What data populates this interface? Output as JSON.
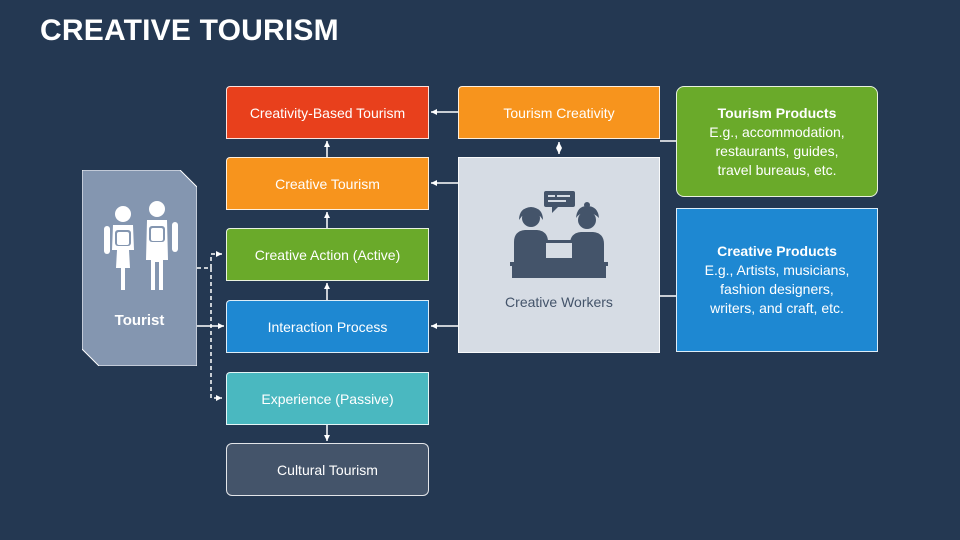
{
  "slide": {
    "title": "CREATIVE TOURISM"
  },
  "left_column": {
    "creativity_based_tourism": "Creativity-Based Tourism",
    "creative_tourism": "Creative Tourism",
    "creative_action": "Creative Action (Active)",
    "interaction_process": "Interaction Process",
    "experience": "Experience (Passive)",
    "cultural_tourism": "Cultural Tourism"
  },
  "tourist": {
    "label": "Tourist"
  },
  "middle_column": {
    "tourism_creativity": "Tourism Creativity",
    "creative_workers": "Creative Workers"
  },
  "right_column": {
    "tourism_products": {
      "heading": "Tourism Products",
      "lines": [
        "E.g., accommodation,",
        "restaurants, guides,",
        "travel bureaus, etc."
      ]
    },
    "creative_products": {
      "heading": "Creative Products",
      "lines": [
        "E.g., Artists, musicians,",
        "fashion designers,",
        "writers, and craft, etc."
      ]
    }
  },
  "colors": {
    "background": "#243852",
    "red_orange": "#e8401c",
    "orange": "#f7941d",
    "green": "#6aaa2a",
    "blue": "#1e88d2",
    "teal": "#4ab8c0",
    "slate": "#44546a",
    "gray_panel": "#d6dce4",
    "tourist_panel": "#8496b0"
  },
  "icons": [
    "tourists-icon",
    "creative-workers-icon"
  ]
}
